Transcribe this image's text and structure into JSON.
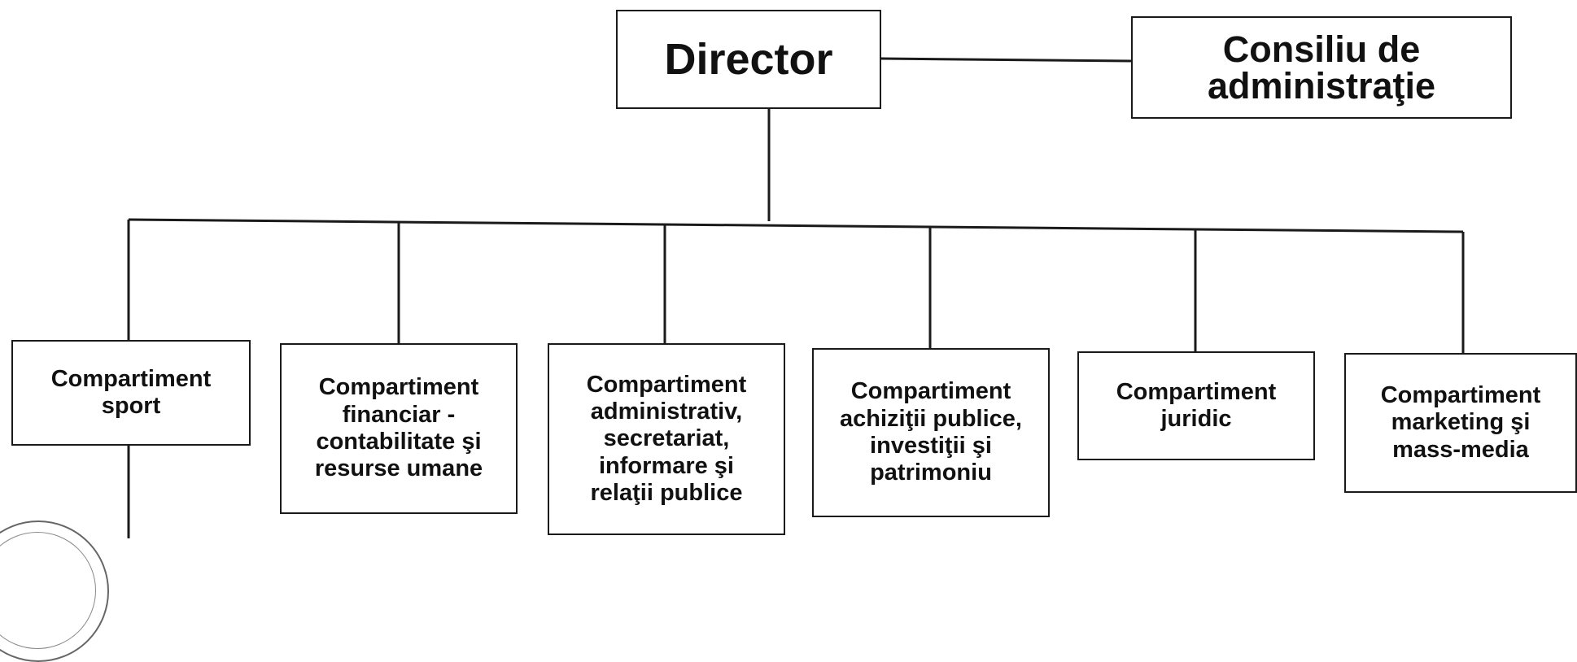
{
  "director": {
    "label": "Director"
  },
  "board": {
    "label_line1": "Consiliu de",
    "label_line2": "administraţie"
  },
  "departments": [
    {
      "lines": [
        "Compartiment",
        "sport"
      ]
    },
    {
      "lines": [
        "Compartiment",
        "financiar -",
        "contabilitate şi",
        "resurse umane"
      ]
    },
    {
      "lines": [
        "Compartiment",
        "administrativ,",
        "secretariat,",
        "informare şi",
        "relaţii publice"
      ]
    },
    {
      "lines": [
        "Compartiment",
        "achiziţii publice,",
        "investiţii şi",
        "patrimoniu"
      ]
    },
    {
      "lines": [
        "Compartiment",
        "juridic"
      ]
    },
    {
      "lines": [
        "Compartiment",
        "marketing şi",
        "mass-media"
      ]
    }
  ],
  "colors": {
    "line": "#1a1a1a",
    "background": "#ffffff",
    "text": "#111111"
  }
}
